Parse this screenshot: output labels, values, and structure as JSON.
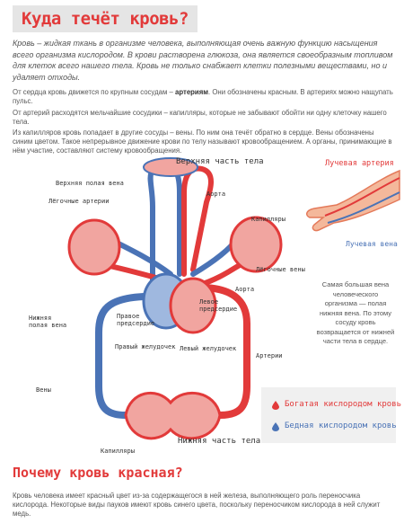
{
  "title": "Куда течёт кровь?",
  "intro": "Кровь – жидкая ткань в организме человека, выполняющая очень важную функцию насыщения всего организма кислородом. В крови растворена глюкоза, она является своеобразным топливом для клеток всего нашего тела. Кровь не только снабжает клетки полезными веществами, но и удаляет отходы.",
  "para1_a": "От сердца кровь движется по крупным сосудам – ",
  "para1_bold": "артериям",
  "para1_b": ". Они обозначены красным. В артериях можно нащупать пульс.",
  "para2": "От артерий расходятся мельчайшие сосудики – капилляры, которые не забывают обойти ни одну клеточку нашего тела.",
  "para3": "Из капилляров кровь попадает в другие сосуды – вены. По ним она течёт обратно в сердце. Вены обозначены синим цветом. Такое непрерывное движение крови по телу называют кровообращением. А органы, принимающие в нём участие, составляют систему кровообращения.",
  "labels": {
    "upper_body": "Верхняя часть тела",
    "superior_vena_cava": "Верхняя полая вена",
    "pulmonary_arteries": "Лёгочные артерии",
    "aorta_top": "Аорта",
    "capillaries_top": "Капилляры",
    "pulmonary_veins": "Лёгочные вены",
    "aorta_mid": "Аорта",
    "inferior_vena_cava": "Нижняя полая вена",
    "right_atrium": "Правое предсердие",
    "left_atrium": "Левое предсердие",
    "right_ventricle": "Правый желудочек",
    "left_ventricle": "Левый желудочек",
    "arteries": "Артерии",
    "veins": "Вены",
    "capillaries_bottom": "Капилляры",
    "lower_body": "Нижняя часть тела",
    "radial_artery": "Лучевая артерия",
    "radial_vein": "Лучевая вена"
  },
  "side_text": "Самая большая вена человеческого организма — полая нижняя вена. По этому сосуду кровь возвращается от нижней части тела в сердце.",
  "legend": {
    "oxygen_rich": "Богатая кислородом кровь",
    "oxygen_poor": "Бедная кислородом кровь"
  },
  "title2": "Почему кровь красная?",
  "bottom_text": "Кровь человека имеет красный цвет из-за содержащегося в ней железа, выполняющего роль переносчика кислорода. Некоторые виды пауков имеют кровь синего цвета, поскольку переносчиком кислорода в ней служит медь.",
  "colors": {
    "red": "#e23a3a",
    "blue": "#4a73b6",
    "light_red": "#f1a5a0",
    "light_blue": "#9fb8df"
  }
}
